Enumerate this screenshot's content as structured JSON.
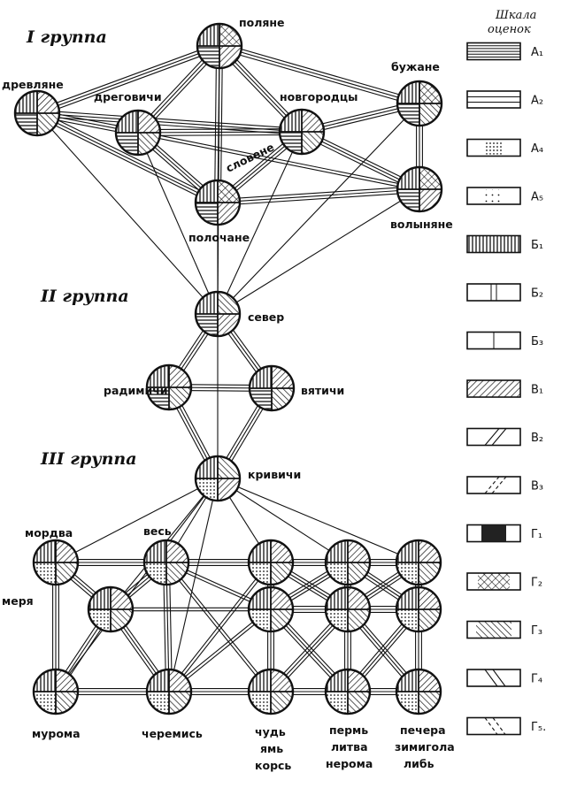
{
  "groups": {
    "g1": "I группа",
    "g2": "II группа",
    "g3": "III группа"
  },
  "legend": {
    "title_line1": "Шкала",
    "title_line2": "оценок",
    "items": [
      {
        "code": "А₁",
        "pattern": "hlines"
      },
      {
        "code": "А₂",
        "pattern": "hlines2"
      },
      {
        "code": "А₄",
        "pattern": "dots"
      },
      {
        "code": "А₅",
        "pattern": "sparse-dots"
      },
      {
        "code": "Б₁",
        "pattern": "vlines"
      },
      {
        "code": "Б₂",
        "pattern": "vlines2"
      },
      {
        "code": "Б₃",
        "pattern": "vline"
      },
      {
        "code": "В₁",
        "pattern": "diag"
      },
      {
        "code": "В₂",
        "pattern": "diag-sparse"
      },
      {
        "code": "В₃",
        "pattern": "diag-dashed"
      },
      {
        "code": "Г₁",
        "pattern": "dense-cross"
      },
      {
        "code": "Г₂",
        "pattern": "cross"
      },
      {
        "code": "Г₃",
        "pattern": "anti"
      },
      {
        "code": "Г₄",
        "pattern": "anti-sparse"
      },
      {
        "code": "Г₅.",
        "pattern": "anti-dashed"
      }
    ]
  },
  "nodes": [
    {
      "id": "polyane",
      "label": "поляне"
    },
    {
      "id": "drevlyane",
      "label": "древляне"
    },
    {
      "id": "dregovichi",
      "label": "дреговичи"
    },
    {
      "id": "novgorodtsy",
      "label": "новгородцы"
    },
    {
      "id": "buzhane",
      "label": "бужане"
    },
    {
      "id": "slovene",
      "label": "словене"
    },
    {
      "id": "polochane",
      "label": "полочане"
    },
    {
      "id": "volynyane",
      "label": "волыняне"
    },
    {
      "id": "sever",
      "label": "север"
    },
    {
      "id": "radimichi",
      "label": "радимичи"
    },
    {
      "id": "vyatichi",
      "label": "вятичи"
    },
    {
      "id": "krivichi",
      "label": "кривичи"
    },
    {
      "id": "mordva",
      "label": "мордва"
    },
    {
      "id": "ves",
      "label": "весь"
    },
    {
      "id": "merya",
      "label": "меря"
    },
    {
      "id": "muroma",
      "label": "мурома"
    },
    {
      "id": "cheremis",
      "label": "черемись"
    },
    {
      "id": "chud",
      "label": "чудь"
    },
    {
      "id": "yam",
      "label": "ямь"
    },
    {
      "id": "kors",
      "label": "корсь"
    },
    {
      "id": "perm",
      "label": "пермь"
    },
    {
      "id": "litva",
      "label": "литва"
    },
    {
      "id": "neroma",
      "label": "нерома"
    },
    {
      "id": "pechera",
      "label": "печера"
    },
    {
      "id": "zimigola",
      "label": "зимигола"
    },
    {
      "id": "lib",
      "label": "либь"
    }
  ]
}
